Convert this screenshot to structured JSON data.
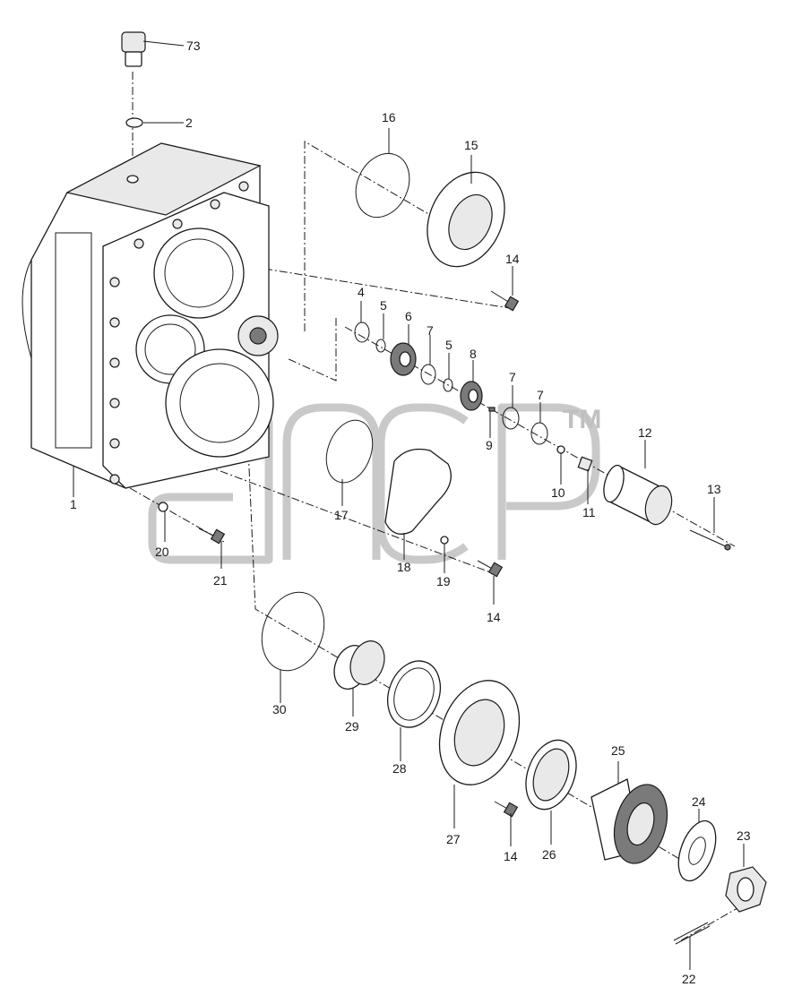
{
  "diagram": {
    "watermark": {
      "trademark": "TM",
      "logo_text": "ancp"
    },
    "callouts": [
      {
        "id": "c73",
        "label": "73"
      },
      {
        "id": "c2",
        "label": "2"
      },
      {
        "id": "c16",
        "label": "16"
      },
      {
        "id": "c15",
        "label": "15"
      },
      {
        "id": "c14a",
        "label": "14"
      },
      {
        "id": "c4",
        "label": "4"
      },
      {
        "id": "c5a",
        "label": "5"
      },
      {
        "id": "c6",
        "label": "6"
      },
      {
        "id": "c7a",
        "label": "7"
      },
      {
        "id": "c5b",
        "label": "5"
      },
      {
        "id": "c8",
        "label": "8"
      },
      {
        "id": "c7b",
        "label": "7"
      },
      {
        "id": "c7c",
        "label": "7"
      },
      {
        "id": "c9",
        "label": "9"
      },
      {
        "id": "c10",
        "label": "10"
      },
      {
        "id": "c11",
        "label": "11"
      },
      {
        "id": "c12",
        "label": "12"
      },
      {
        "id": "c13",
        "label": "13"
      },
      {
        "id": "c1",
        "label": "1"
      },
      {
        "id": "c20",
        "label": "20"
      },
      {
        "id": "c21",
        "label": "21"
      },
      {
        "id": "c17",
        "label": "17"
      },
      {
        "id": "c18",
        "label": "18"
      },
      {
        "id": "c19",
        "label": "19"
      },
      {
        "id": "c14b",
        "label": "14"
      },
      {
        "id": "c30",
        "label": "30"
      },
      {
        "id": "c29",
        "label": "29"
      },
      {
        "id": "c28",
        "label": "28"
      },
      {
        "id": "c27",
        "label": "27"
      },
      {
        "id": "c14c",
        "label": "14"
      },
      {
        "id": "c26",
        "label": "26"
      },
      {
        "id": "c25",
        "label": "25"
      },
      {
        "id": "c24",
        "label": "24"
      },
      {
        "id": "c23",
        "label": "23"
      },
      {
        "id": "c22",
        "label": "22"
      }
    ]
  }
}
